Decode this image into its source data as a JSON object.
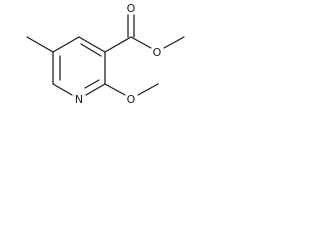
{
  "molecule": {
    "atoms": {
      "ring_nitrogen": "N",
      "carbonyl_oxygen": "O",
      "ester_oxygen": "O",
      "methoxy_oxygen": "O"
    },
    "colors": {
      "bond": "#1a1a1a",
      "label": "#1a1a1a",
      "background": "#ffffff"
    }
  }
}
